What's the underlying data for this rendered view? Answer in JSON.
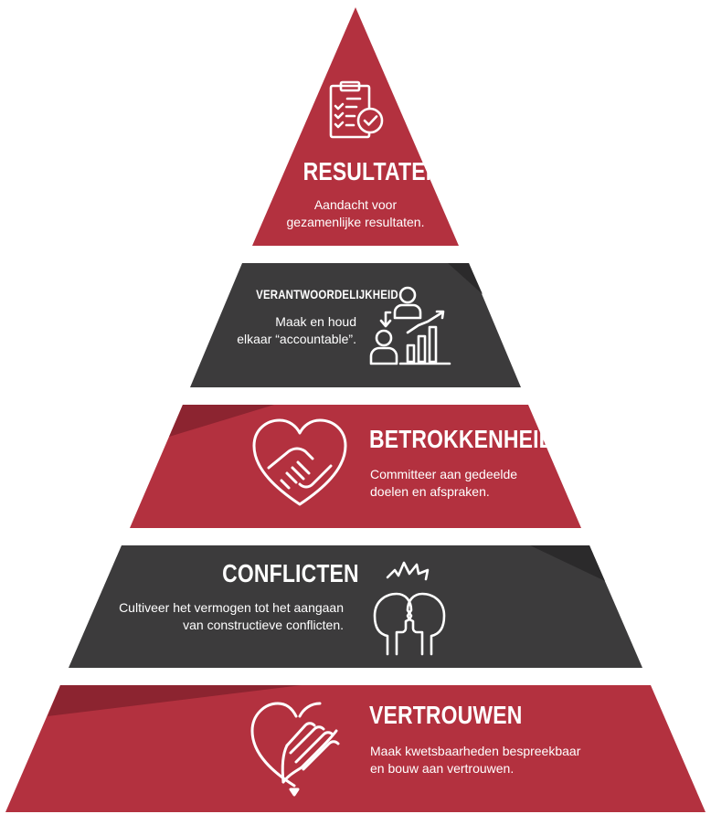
{
  "colors": {
    "red": "#b3313f",
    "red_dark": "#8c2430",
    "dark": "#3c3b3c",
    "darker": "#2b2a2b",
    "white": "#ffffff"
  },
  "levels": [
    {
      "key": "resultaten",
      "title": "RESULTATEN",
      "desc_lines": [
        "Aandacht voor",
        "gezamenlijke resultaten."
      ],
      "icon": "clipboard-check-icon",
      "color": "red"
    },
    {
      "key": "verantwoordelijkheid",
      "title": "VERANTWOORDELIJKHEID",
      "desc_lines": [
        "Maak en houd",
        "elkaar “accountable”."
      ],
      "icon": "people-growth-chart-icon",
      "color": "dark"
    },
    {
      "key": "betrokkenheid",
      "title": "BETROKKENHEID",
      "desc_lines": [
        "Committeer aan gedeelde",
        "doelen en afspraken."
      ],
      "icon": "heart-handshake-icon",
      "color": "red"
    },
    {
      "key": "conflicten",
      "title": "CONFLICTEN",
      "desc_lines": [
        "Cultiveer het vermogen tot het aangaan",
        "van constructieve conflicten."
      ],
      "icon": "heads-conflict-icon",
      "color": "dark"
    },
    {
      "key": "vertrouwen",
      "title": "VERTROUWEN",
      "desc_lines": [
        "Maak kwetsbaarheden bespreekbaar",
        "en bouw aan vertrouwen."
      ],
      "icon": "heart-hands-icon",
      "color": "red"
    }
  ]
}
